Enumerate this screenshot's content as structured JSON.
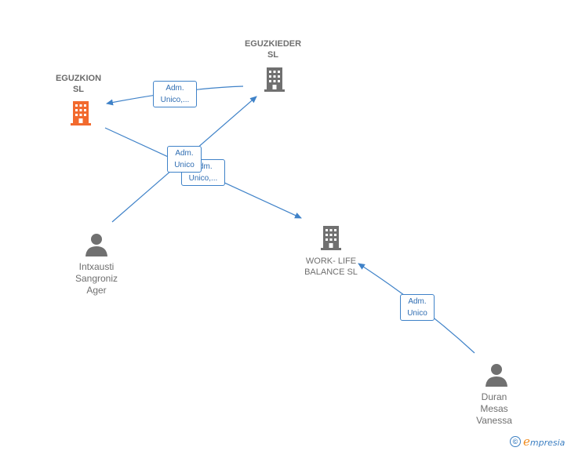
{
  "nodes": {
    "eguzkion": {
      "name": "EGUZKION\nSL",
      "type": "company",
      "color": "#f26a2e",
      "icon": "building-icon"
    },
    "eguzkieder": {
      "name": "EGUZKIEDER\nSL",
      "type": "company",
      "color": "#707070",
      "icon": "building-icon"
    },
    "work_life": {
      "name": "WORK- LIFE\nBALANCE  SL",
      "type": "company",
      "color": "#707070",
      "icon": "building-icon"
    },
    "intxausti": {
      "name": "Intxausti\nSangroniz\nAger",
      "type": "person",
      "color": "#707070",
      "icon": "person-icon"
    },
    "duran": {
      "name": "Duran\nMesas\nVanessa",
      "type": "person",
      "color": "#707070",
      "icon": "person-icon"
    }
  },
  "edges": [
    {
      "from": "eguzkieder",
      "to": "eguzkion",
      "label": "Adm.\nUnico,..."
    },
    {
      "from": "intxausti",
      "to": "eguzkieder",
      "label": "Adm.\nUnico"
    },
    {
      "from": "eguzkion",
      "to": "work_life",
      "label": "Adm.\nUnico,..."
    },
    {
      "from": "duran",
      "to": "work_life",
      "label": "Adm.\nUnico"
    }
  ],
  "colors": {
    "edge": "#3f82c8",
    "highlight": "#f26a2e",
    "neutral": "#707070"
  },
  "footer": {
    "copyright_symbol": "©",
    "brand_initial": "e",
    "brand_rest": "mpresia"
  }
}
